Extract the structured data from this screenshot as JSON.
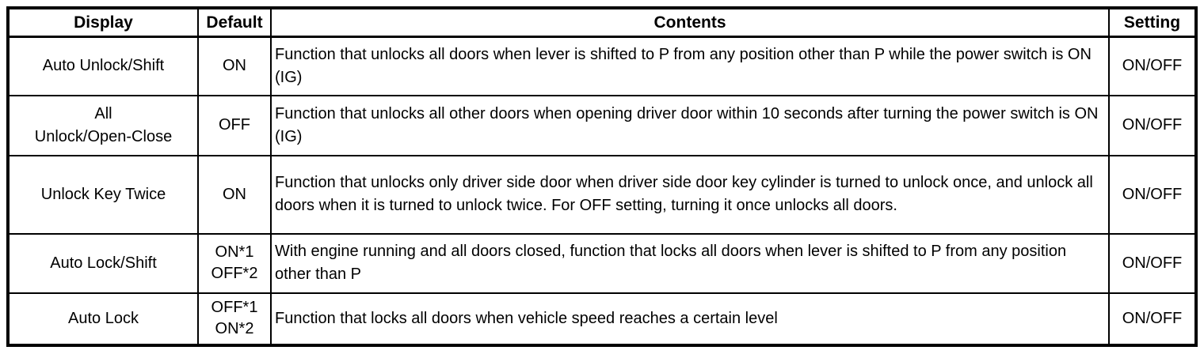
{
  "table": {
    "columns": [
      {
        "label": "Display"
      },
      {
        "label": "Default"
      },
      {
        "label": "Contents"
      },
      {
        "label": "Setting"
      }
    ],
    "rows": [
      {
        "display": "Auto Unlock/Shift",
        "default": "ON",
        "contents": "Function that unlocks all doors when lever is shifted to P from any position other than P while the power switch is ON (IG)",
        "setting": "ON/OFF"
      },
      {
        "display": "All\nUnlock/Open-Close",
        "default": "OFF",
        "contents": "Function that unlocks all other doors when opening driver door within 10 seconds after turning the power switch is ON (IG)",
        "setting": "ON/OFF"
      },
      {
        "display": "Unlock Key Twice",
        "default": "ON",
        "contents": "Function that unlocks only driver side door when driver side door key cylinder is turned to unlock once, and unlock all doors when it is turned to unlock twice. For OFF setting, turning it once unlocks all doors.",
        "setting": "ON/OFF"
      },
      {
        "display": "Auto Lock/Shift",
        "default": "ON*1\nOFF*2",
        "contents": "With engine running and all doors closed, function that locks all doors when lever is shifted to P from any position other than P",
        "setting": "ON/OFF"
      },
      {
        "display": "Auto Lock",
        "default": "OFF*1\nON*2",
        "contents": "Function that locks all doors when vehicle speed reaches a certain level",
        "setting": "ON/OFF"
      }
    ]
  }
}
